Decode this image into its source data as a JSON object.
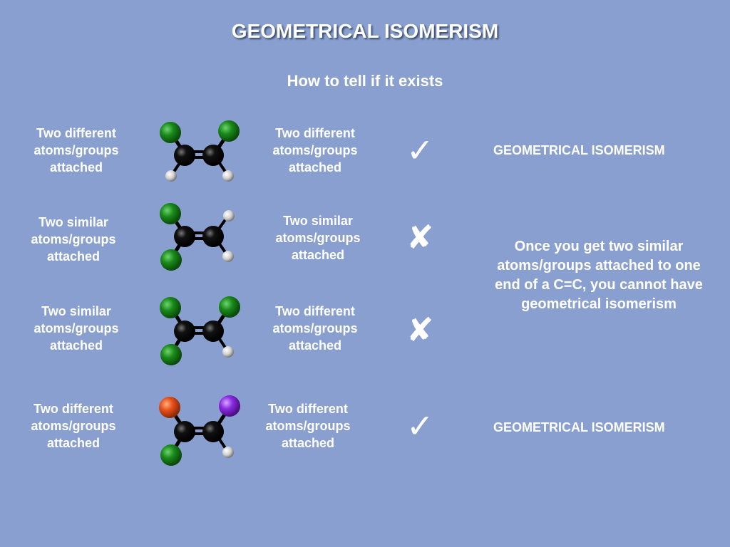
{
  "title": "GEOMETRICAL ISOMERISM",
  "subtitle": "How to tell if it exists",
  "rows": [
    {
      "left": "Two different atoms/groups attached",
      "right": "Two different atoms/groups attached",
      "mark": "✓",
      "result": "GEOMETRICAL ISOMERISM"
    },
    {
      "left": "Two similar atoms/groups attached",
      "right": "Two similar atoms/groups attached",
      "mark": "✘",
      "result": ""
    },
    {
      "left": "Two similar atoms/groups attached",
      "right": "Two different atoms/groups attached",
      "mark": "✘",
      "result": ""
    },
    {
      "left": "Two different atoms/groups attached",
      "right": "Two different atoms/groups attached",
      "mark": "✓",
      "result": "GEOMETRICAL ISOMERISM"
    }
  ],
  "note": "Once you get two similar atoms/groups attached to one end of a C=C, you cannot have geometrical isomerism",
  "colors": {
    "background": "#889fcf",
    "carbon": "#000000",
    "chlorine": "#1a8a1a",
    "hydrogen": "#d8d8d8",
    "orange_group": "#e8501a",
    "purple_group": "#8a2be2"
  }
}
